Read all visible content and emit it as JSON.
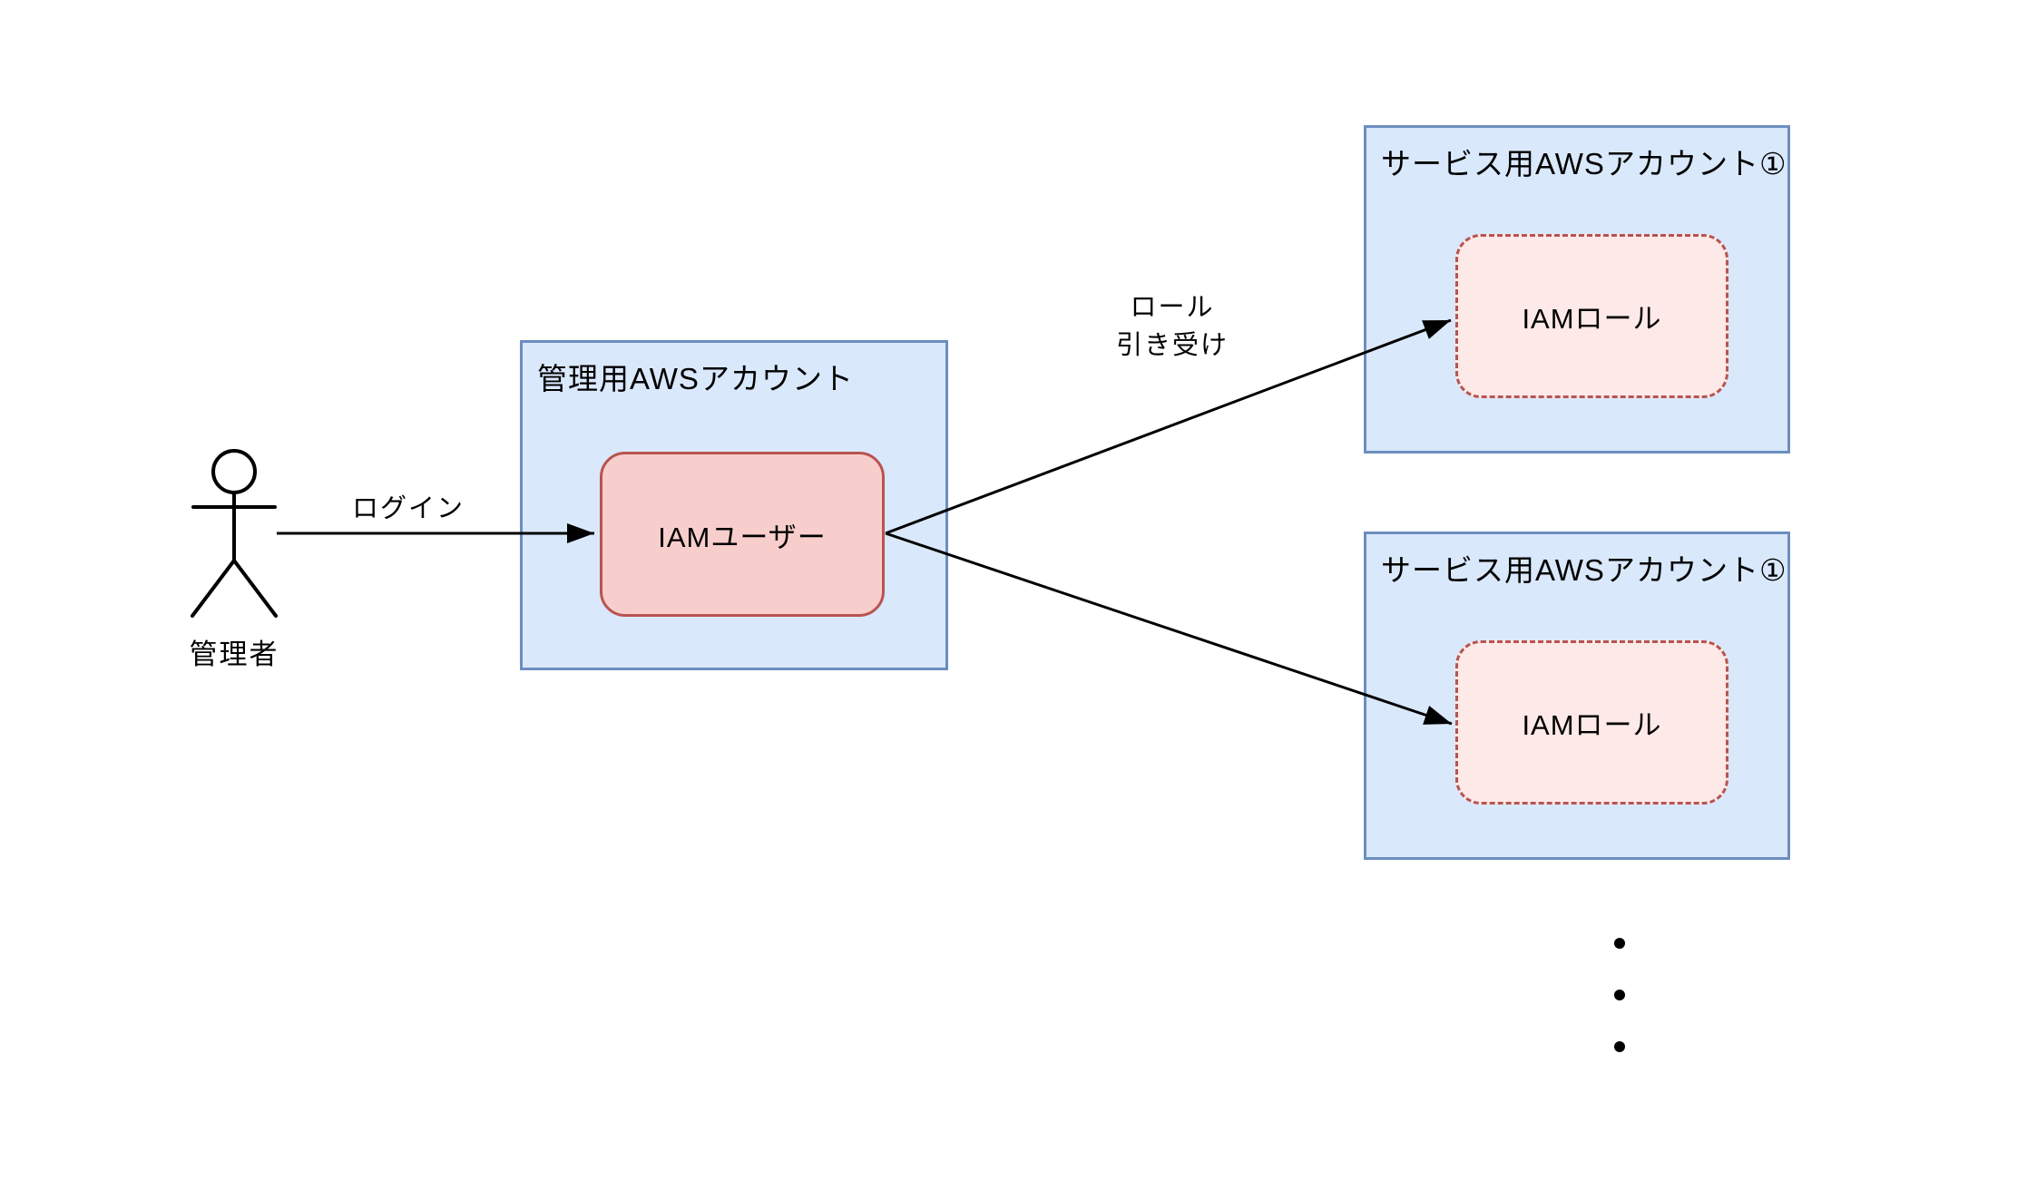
{
  "actor": {
    "label": "管理者"
  },
  "labels": {
    "login": "ログイン",
    "assume_role_line1": "ロール",
    "assume_role_line2": "引き受け"
  },
  "management_account": {
    "title": "管理用AWSアカウント",
    "iam_user_label": "IAMユーザー"
  },
  "service_accounts": [
    {
      "title": "サービス用AWSアカウント①",
      "iam_role_label": "IAMロール"
    },
    {
      "title": "サービス用AWSアカウント①",
      "iam_role_label": "IAMロール"
    }
  ],
  "ellipsis": {
    "dot_count": 3
  },
  "colors": {
    "background": "#ffffff",
    "account_fill": "#dae8fc",
    "account_border": "#6c8ebf",
    "iam_user_fill": "#f8cecc",
    "iam_user_border": "#b85450",
    "iam_role_fill": "#fde9e7",
    "iam_role_border": "#b85450",
    "line_color": "#000000"
  }
}
